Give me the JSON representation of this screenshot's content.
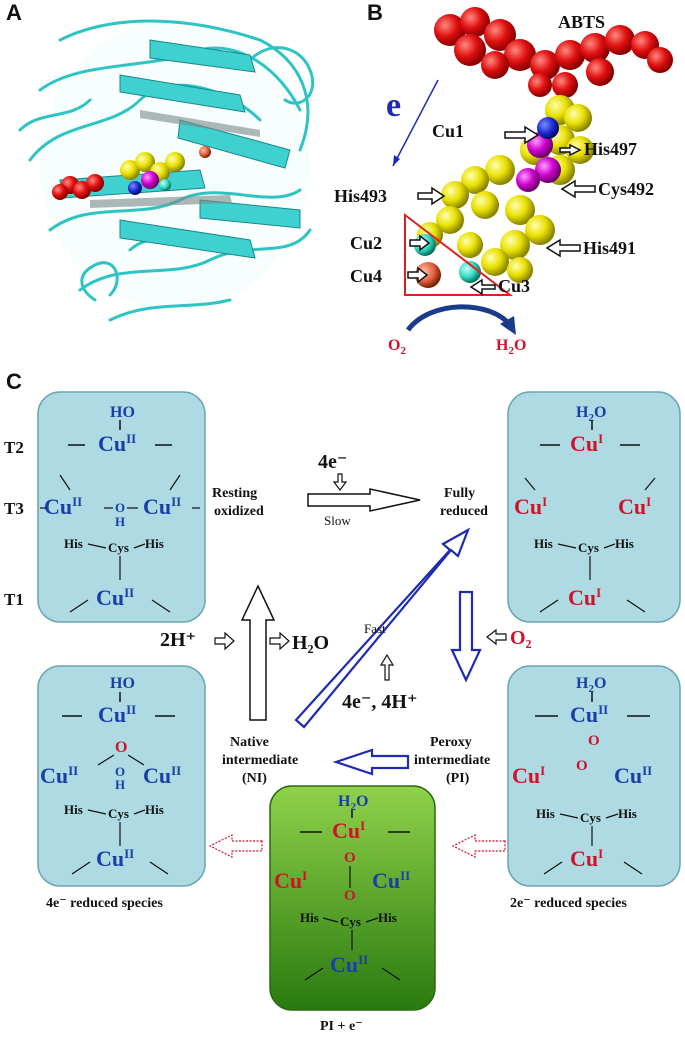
{
  "panels": {
    "a": "A",
    "b": "B",
    "c": "C"
  },
  "panel_b": {
    "abts": "ABTS",
    "electron": "e",
    "cu1": "Cu1",
    "cu2": "Cu2",
    "cu3": "Cu3",
    "cu4": "Cu4",
    "his497": "His497",
    "cys492": "Cys492",
    "his493": "His493",
    "his491": "His491",
    "o2": "O",
    "o2_sub": "2",
    "h2o_h": "H",
    "h2o_sub": "2",
    "h2o_o": "O"
  },
  "panel_c": {
    "row_labels": {
      "t2": "T2",
      "t3": "T3",
      "t1": "T1"
    },
    "cu": "Cu",
    "ox2": "II",
    "ox1": "I",
    "ho": "HO",
    "h2o": "H2O",
    "o": "O",
    "h": "H",
    "his": "His",
    "cys": "Cys",
    "resting": [
      "Resting",
      "oxidized"
    ],
    "four_e": "4e⁻",
    "slow": "Slow",
    "fully_reduced": [
      "Fully",
      "reduced"
    ],
    "fast": "Fast",
    "two_h": "2H⁺",
    "h2o_product": "H₂O",
    "o2_reagent": "O₂",
    "four_e_four_h": "4e⁻, 4H⁺",
    "native": [
      "Native",
      "intermediate",
      "(NI)"
    ],
    "peroxy": [
      "Peroxy",
      "intermediate",
      "(PI)"
    ],
    "four_e_reduced": "4e⁻ reduced species",
    "two_e_reduced": "2e⁻ reduced species",
    "pi_e": "PI + e⁻"
  },
  "colors": {
    "box_blue": "#aedbe3",
    "box_green": "#6fb83a",
    "cu_blue": "#1a3fa6",
    "cu_red": "#d0122a",
    "arrow_blue": "#1f2bb0",
    "protein_cyan": "#35c6c6"
  }
}
